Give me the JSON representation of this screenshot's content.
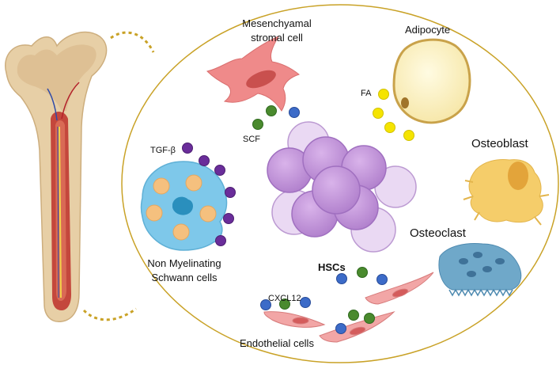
{
  "labels": {
    "msc": [
      "Mesenchyamal",
      "stromal cell"
    ],
    "adipocyte": "Adipocyte",
    "fa": "FA",
    "scf": "SCF",
    "tgfb": "TGF-β",
    "osteoblast": "Osteoblast",
    "osteoclast": "Osteoclast",
    "schwann": [
      "Non Myelinating",
      "Schwann cells"
    ],
    "hscs": "HSCs",
    "cxcl12": "CXCL12",
    "endothelial": "Endothelial cells"
  },
  "colors": {
    "niche_outline": "#c9a227",
    "bone_shell": "#e7cfa6",
    "marrow_red": "#c4473c",
    "msc": "#ef8a8a",
    "adipocyte": "#fbf1c2",
    "fa_dot": "#f5e400",
    "scf_green": "#4a8a2e",
    "scf_blue": "#3c6bc8",
    "tgfb_purple": "#6a2d9a",
    "schwann": "#7ec8ea",
    "hsc": "#c496d9",
    "osteoblast": "#f5cd6a",
    "osteoclast": "#6fa8c9",
    "endothelial": "#f2a6a6"
  }
}
